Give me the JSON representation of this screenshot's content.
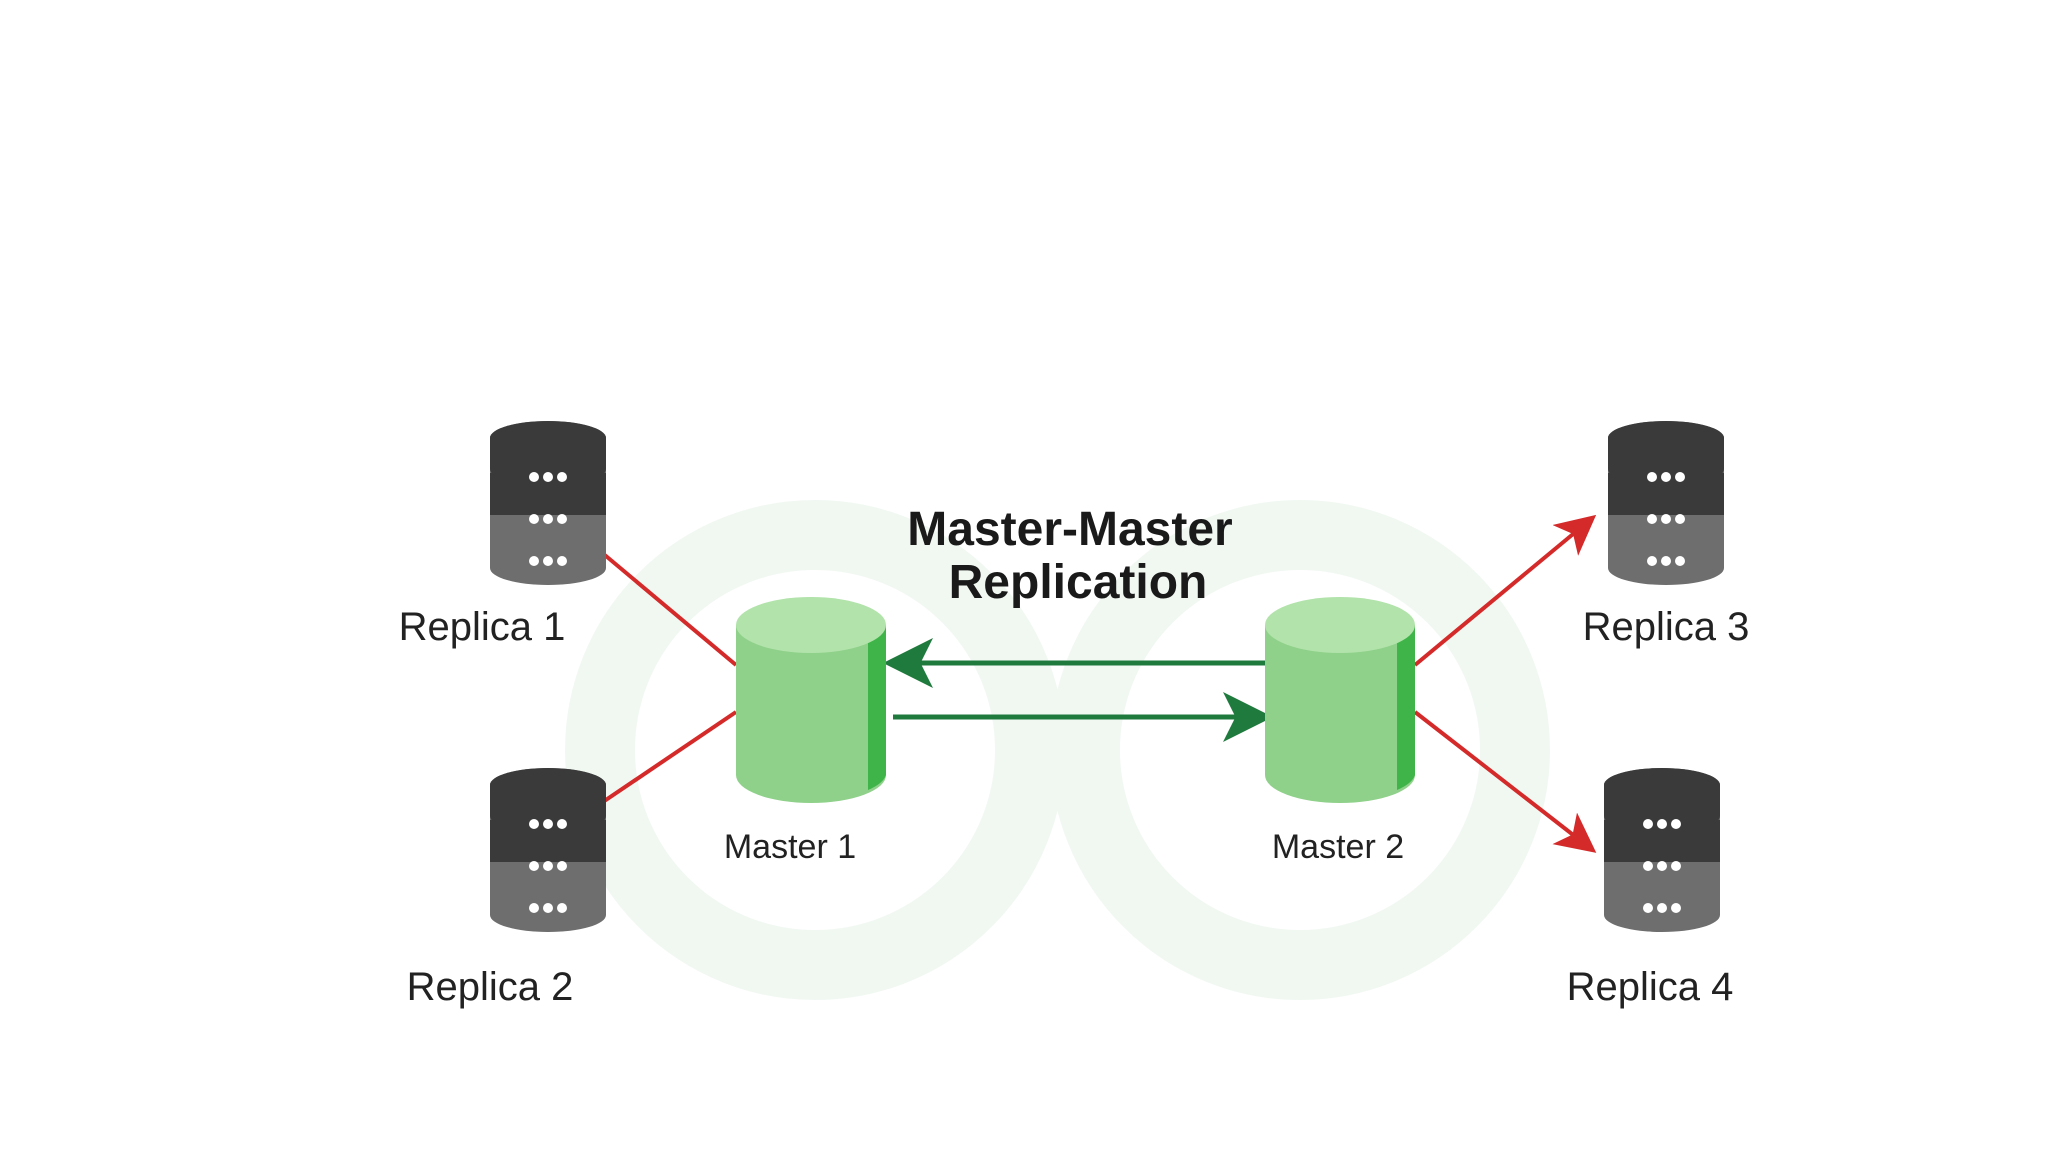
{
  "title_lines": [
    "Master-Master",
    "Replication"
  ],
  "masters": [
    {
      "label": "Master 1",
      "icon": "database-cylinder-icon"
    },
    {
      "label": "Master 2",
      "icon": "database-cylinder-icon"
    }
  ],
  "replicas": [
    {
      "label": "Replica 1",
      "icon": "server-stack-icon"
    },
    {
      "label": "Replica 2",
      "icon": "server-stack-icon"
    },
    {
      "label": "Replica 3",
      "icon": "server-stack-icon"
    },
    {
      "label": "Replica 4",
      "icon": "server-stack-icon"
    }
  ],
  "connections": [
    {
      "from": "Master 2",
      "to": "Master 1",
      "color": "#1f7a3d"
    },
    {
      "from": "Master 1",
      "to": "Master 2",
      "color": "#1f7a3d"
    },
    {
      "from": "Master 1",
      "to": "Replica 1",
      "color": "#d42a2a"
    },
    {
      "from": "Master 1",
      "to": "Replica 2",
      "color": "#d42a2a"
    },
    {
      "from": "Master 2",
      "to": "Replica 3",
      "color": "#d42a2a"
    },
    {
      "from": "Master 2",
      "to": "Replica 4",
      "color": "#d42a2a"
    }
  ],
  "colors": {
    "master_fill": "#8fd18a",
    "master_top": "#b2e3ab",
    "master_shade": "#3fb449",
    "replica_dark": "#3a3a3a",
    "replica_band": "#6e6e6e",
    "replica_dots": "#ffffff",
    "watermark": "#f1f8f2"
  }
}
